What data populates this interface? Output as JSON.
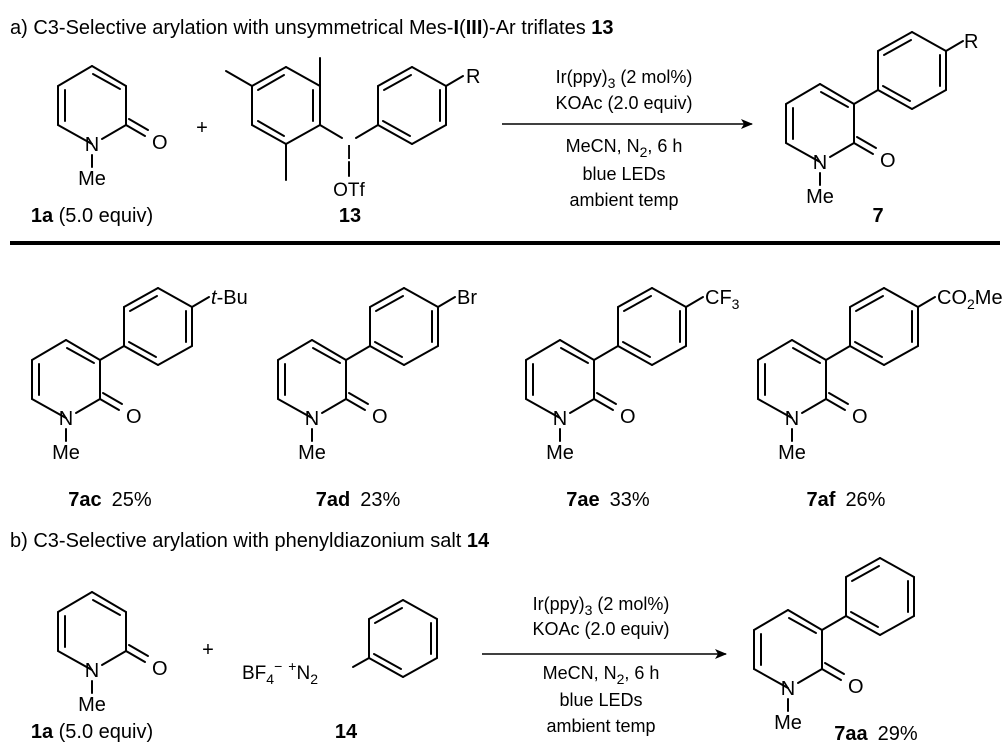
{
  "section_a": {
    "title_prefix": "a) C3-Selective arylation with unsymmetrical Mes-",
    "title_i": "I",
    "title_paren_open": "(",
    "title_iii": "III",
    "title_paren_close": ")",
    "title_suffix": "-Ar triflates ",
    "title_num": "13",
    "reactant1": {
      "N": "N",
      "O": "O",
      "Me": "Me",
      "label_bold": "1a",
      "label_rest": " (5.0 equiv)"
    },
    "plus": "+",
    "reagent": {
      "I": "I",
      "OTf": "OTf",
      "R": "R",
      "label": "13"
    },
    "conditions": {
      "line1": "Ir(ppy)",
      "line1_sub": "3",
      "line1_rest": " (2 mol%)",
      "line2": "KOAc (2.0 equiv)",
      "line3": "MeCN, N",
      "line3_sub": "2",
      "line3_rest": ", 6 h",
      "line4": "blue LEDs",
      "line5": "ambient temp"
    },
    "product": {
      "N": "N",
      "O": "O",
      "Me": "Me",
      "R": "R",
      "label": "7"
    }
  },
  "examples": [
    {
      "sub_pre": "t",
      "sub_main": "-Bu",
      "sub_sub": "",
      "sub_post": "",
      "label": "7ac",
      "yield": "25%",
      "N": "N",
      "O": "O",
      "Me": "Me"
    },
    {
      "sub_pre": "",
      "sub_main": "Br",
      "sub_sub": "",
      "sub_post": "",
      "label": "7ad",
      "yield": "23%",
      "N": "N",
      "O": "O",
      "Me": "Me"
    },
    {
      "sub_pre": "",
      "sub_main": "CF",
      "sub_sub": "3",
      "sub_post": "",
      "label": "7ae",
      "yield": "33%",
      "N": "N",
      "O": "O",
      "Me": "Me"
    },
    {
      "sub_pre": "",
      "sub_main": "CO",
      "sub_sub": "2",
      "sub_post": "Me",
      "label": "7af",
      "yield": "26%",
      "N": "N",
      "O": "O",
      "Me": "Me"
    }
  ],
  "section_b": {
    "title_prefix": "b) C3-Selective arylation with phenyl",
    "title_mid": "diazonium",
    "title_suffix": " salt ",
    "title_num": "14",
    "reactant1": {
      "N": "N",
      "O": "O",
      "Me": "Me",
      "label_bold": "1a",
      "label_rest": " (5.0 equiv)"
    },
    "plus": "+",
    "reagent": {
      "bf": "BF",
      "bf_sub": "4",
      "bf_sup": "−",
      "plus_sup": "+",
      "n2": "N",
      "n2_sub": "2",
      "label": "14"
    },
    "conditions": {
      "line1": "Ir(ppy)",
      "line1_sub": "3",
      "line1_rest": " (2 mol%)",
      "line2": "KOAc (2.0 equiv)",
      "line3": "MeCN, N",
      "line3_sub": "2",
      "line3_rest": ", 6 h",
      "line4": "blue LEDs",
      "line5": "ambient temp"
    },
    "product": {
      "N": "N",
      "O": "O",
      "Me": "Me",
      "label": "7aa",
      "yield": "29%"
    }
  }
}
